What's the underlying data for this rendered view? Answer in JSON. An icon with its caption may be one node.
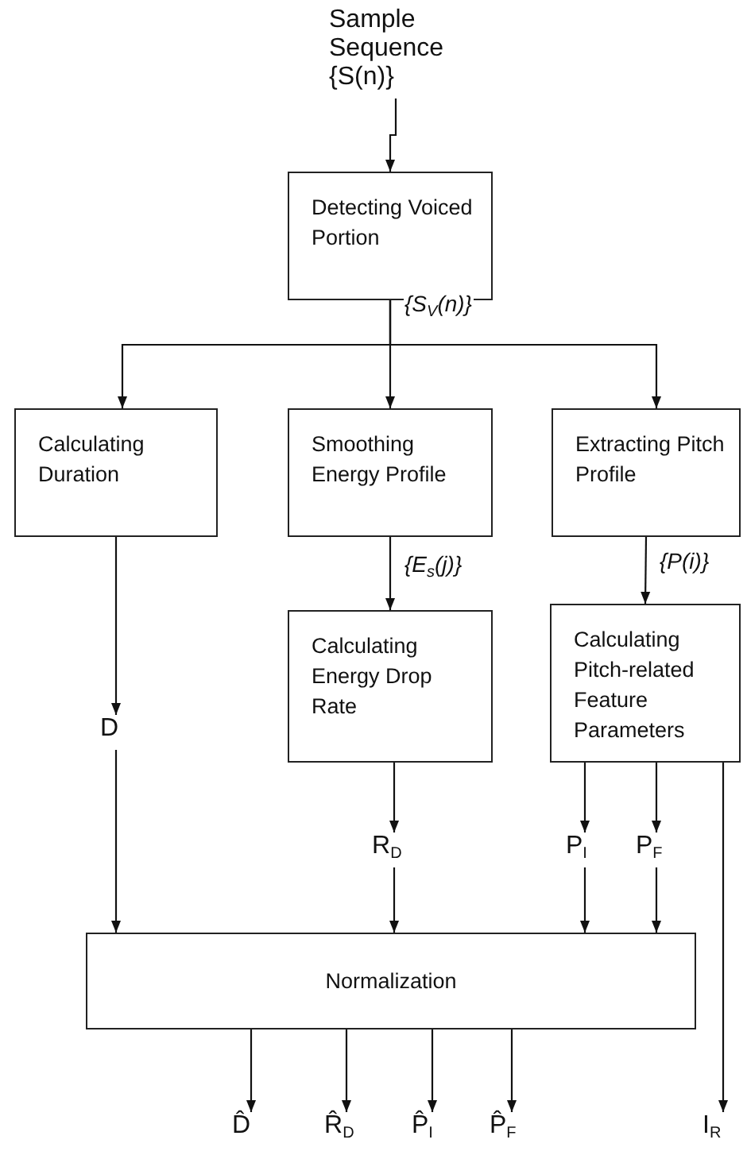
{
  "diagram": {
    "nodes": [
      {
        "text": [
          "Sample Sequence {S(n)}"
        ]
      },
      {
        "text": [
          "Detecting Voiced Portion"
        ]
      },
      {
        "text": [
          "Calculating Duration"
        ]
      },
      {
        "text": [
          "Smoothing Energy Profile"
        ]
      },
      {
        "text": [
          "Extracting Pitch Profile"
        ]
      },
      {
        "text": [
          "Calculating Energy Drop Rate"
        ]
      },
      {
        "text": [
          "Calculating Pitch-related Feature Parameters"
        ]
      },
      {
        "text": [
          "D"
        ]
      },
      {
        "text": [
          "R$_{D}$"
        ]
      },
      {
        "text": [
          "P$_{I}$"
        ]
      },
      {
        "text": [
          "P$_{F}$"
        ]
      },
      {
        "text": [
          "Normalization"
        ]
      },
      {
        "text": [
          "D̂"
        ]
      },
      {
        "text": [
          "R̂$_{D}$"
        ]
      },
      {
        "text": [
          "P̂$_{I}$"
        ]
      },
      {
        "text": [
          "P̂$_{F}$"
        ]
      },
      {
        "text": [
          "I$_{R}$"
        ]
      }
    ],
    "edges": [
      {
        "from": 0,
        "to": 1,
        "arrow": "to"
      },
      {
        "from": 1,
        "to": 2,
        "arrow": "to"
      },
      {
        "from": 1,
        "to": 3,
        "arrow": "to",
        "label": "{S$_{V}$(n)}"
      },
      {
        "from": 1,
        "to": 4,
        "arrow": "to"
      },
      {
        "from": 3,
        "to": 5,
        "arrow": "to",
        "label": "{E$_{s}$(j)}"
      },
      {
        "from": 4,
        "to": 6,
        "arrow": "to",
        "label": "{P(i)}"
      },
      {
        "from": 2,
        "to": 7,
        "arrow": "to"
      },
      {
        "from": 7,
        "to": 11,
        "arrow": "to"
      },
      {
        "from": 5,
        "to": 8,
        "arrow": "to"
      },
      {
        "from": 8,
        "to": 11,
        "arrow": "to"
      },
      {
        "from": 6,
        "to": 9,
        "arrow": "to"
      },
      {
        "from": 9,
        "to": 11,
        "arrow": "to"
      },
      {
        "from": 6,
        "to": 10,
        "arrow": "to"
      },
      {
        "from": 10,
        "to": 11,
        "arrow": "to"
      },
      {
        "from": 6,
        "to": 16,
        "arrow": "to"
      },
      {
        "from": 11,
        "to": 12,
        "arrow": "to"
      },
      {
        "from": 11,
        "to": 13,
        "arrow": "to"
      },
      {
        "from": 11,
        "to": 14,
        "arrow": "to"
      },
      {
        "from": 11,
        "to": 15,
        "arrow": "to"
      }
    ]
  }
}
